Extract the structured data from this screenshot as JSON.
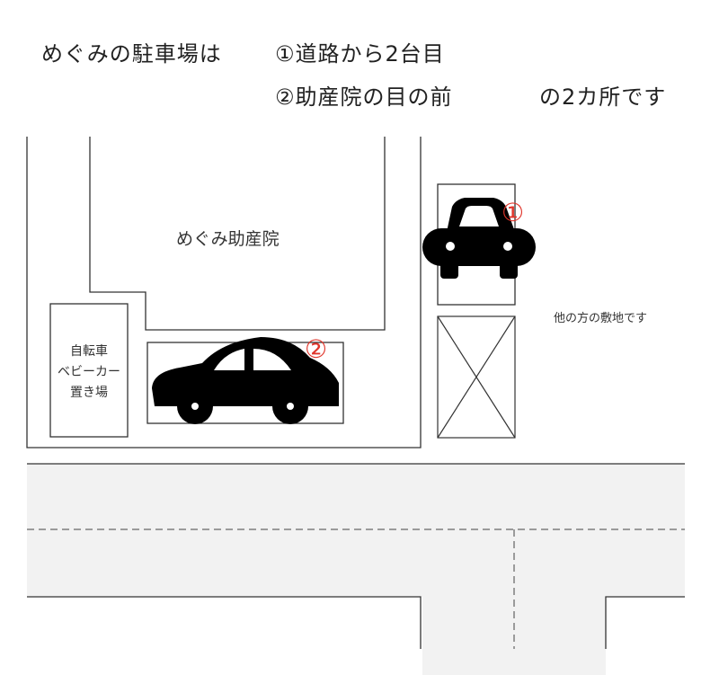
{
  "header": {
    "intro": "めぐみの駐車場は",
    "line1": "①道路から2台目",
    "line2": "②助産院の目の前",
    "suffix": "の2カ所です"
  },
  "map": {
    "clinic_label": "めぐみ助産院",
    "bicycle_area": [
      "自転車",
      "ベビーカー",
      "置き場"
    ],
    "neighbor_label": "他の方の敷地です",
    "spot_1": "①",
    "spot_2": "②",
    "accent_color": "#e0342a"
  }
}
